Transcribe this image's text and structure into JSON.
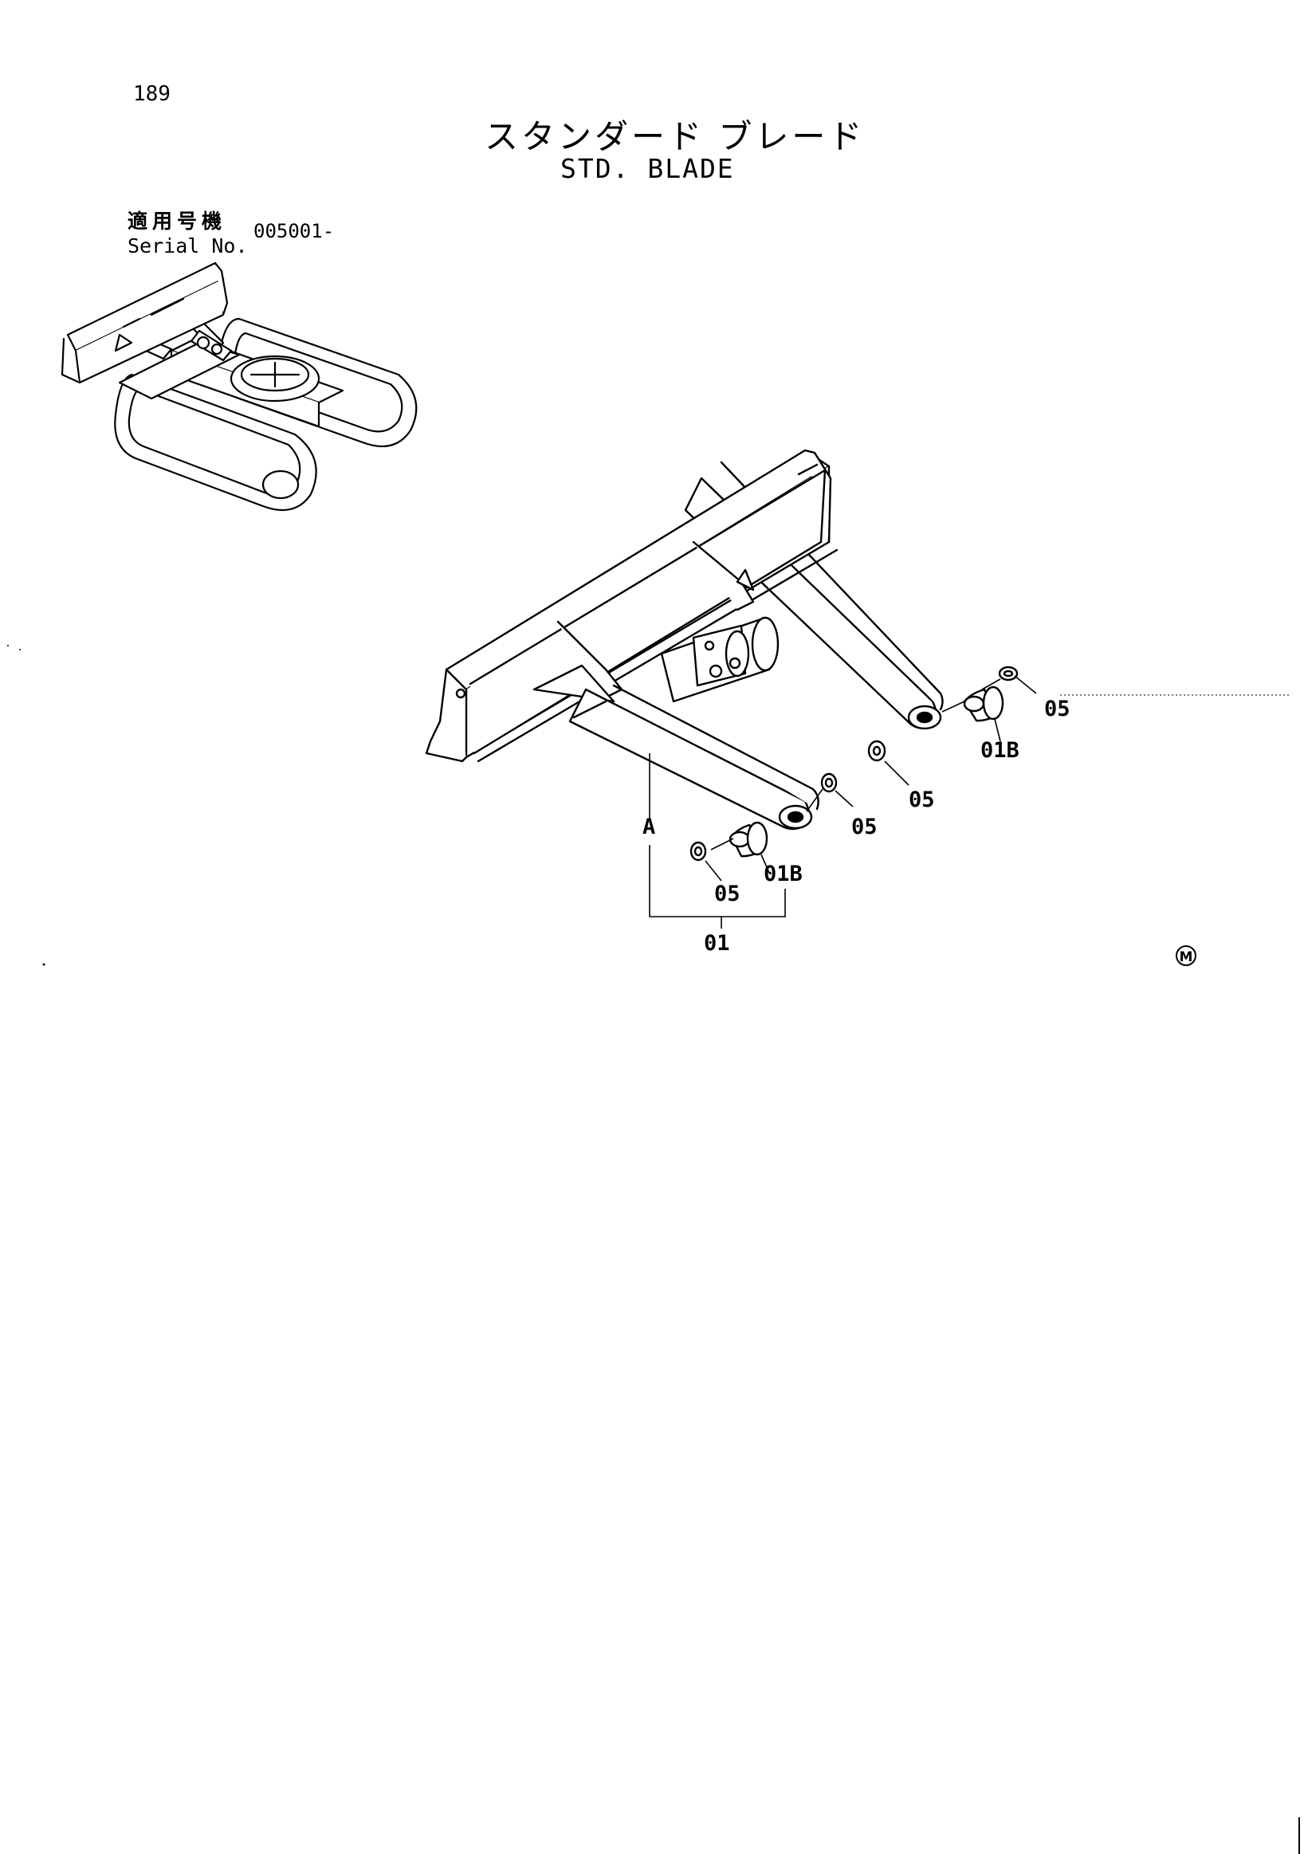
{
  "page_number": "189",
  "title_jp": "スタンダード ブレード",
  "title_en": "STD. BLADE",
  "serial": {
    "label_jp": "適用号機",
    "label_en": "Serial No.",
    "value": "005001-"
  },
  "callouts": {
    "c05_right": "05",
    "c01b_right": "01B",
    "c05_mid": "05",
    "c05_left_top": "05",
    "c01b_left": "01B",
    "c05_left_bottom": "05",
    "c_a": "A",
    "c01": "01"
  },
  "mark": "M"
}
